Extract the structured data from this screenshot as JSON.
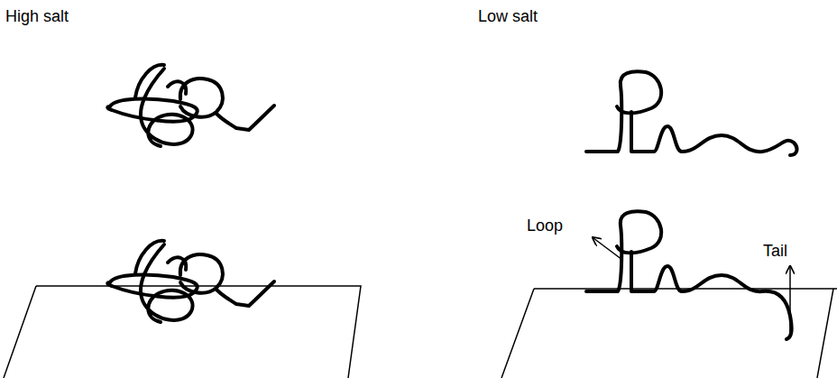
{
  "diagram": {
    "labels": [
      "High salt",
      "Low salt",
      "Loop",
      "Tail"
    ]
  }
}
